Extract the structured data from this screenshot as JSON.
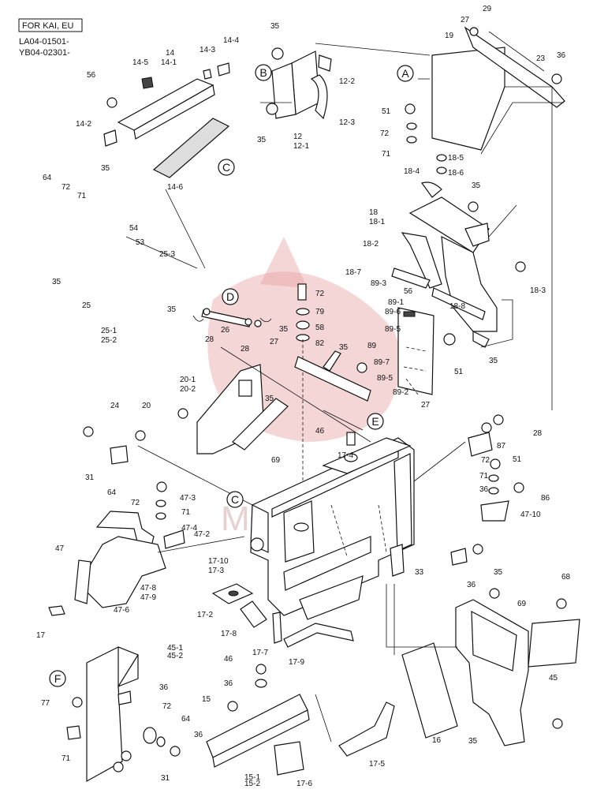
{
  "header": {
    "region_tag": "FOR KAI, EU",
    "serials": [
      "LA04-01501-",
      "YB04-02301-"
    ]
  },
  "watermark": "MITEX",
  "section_markers": [
    "A",
    "B",
    "C",
    "D",
    "E",
    "F",
    "C"
  ],
  "labels": [
    "35",
    "12-2",
    "12",
    "12-1",
    "12-3",
    "35",
    "14",
    "14-1",
    "14-3",
    "14-4",
    "14-5",
    "56",
    "14-2",
    "14-6",
    "27",
    "29",
    "19",
    "23",
    "36",
    "51",
    "72",
    "71",
    "18-5",
    "18-6",
    "18-4",
    "35",
    "18",
    "18-1",
    "18-2",
    "64",
    "72",
    "71",
    "35",
    "54",
    "53",
    "25-3",
    "35",
    "25",
    "25-1",
    "25-2",
    "35",
    "18-7",
    "89-3",
    "56",
    "18-3",
    "18-8",
    "35",
    "51",
    "72",
    "79",
    "58",
    "82",
    "35",
    "89",
    "89-1",
    "89-6",
    "89-5",
    "89-7",
    "89-5",
    "89-2",
    "27",
    "28",
    "26",
    "28",
    "27",
    "35",
    "20",
    "20-1",
    "20-2",
    "35",
    "24",
    "31",
    "46",
    "17-4",
    "69",
    "28",
    "87",
    "51",
    "72",
    "71",
    "36",
    "86",
    "47-10",
    "64",
    "47-3",
    "72",
    "71",
    "47-4",
    "47-2",
    "47",
    "47-8",
    "47-9",
    "47-6",
    "17",
    "17-10",
    "17-3",
    "17-2",
    "17-8",
    "17-7",
    "17-9",
    "33",
    "36",
    "35",
    "69",
    "68",
    "45",
    "45-1",
    "45-2",
    "36",
    "77",
    "71",
    "72",
    "64",
    "36",
    "31",
    "46",
    "36",
    "15",
    "15-1",
    "15-2",
    "17-6",
    "17-5",
    "16",
    "35"
  ]
}
